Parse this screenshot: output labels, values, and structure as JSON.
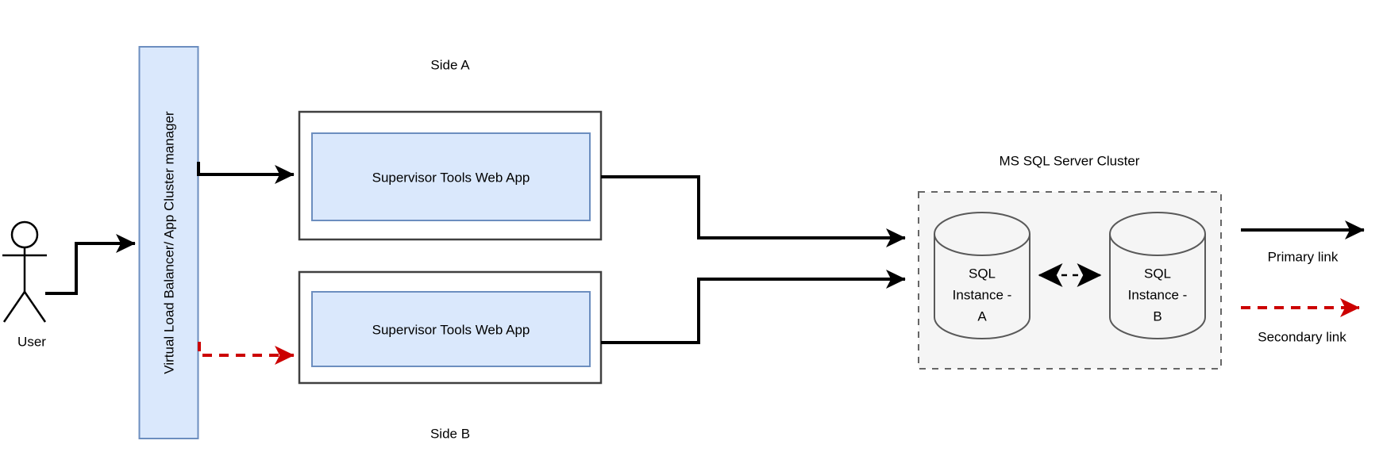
{
  "diagram": {
    "user": {
      "label": "User"
    },
    "load_balancer": {
      "label": "Virtual Load Balancer/ App Cluster manager"
    },
    "side_a": {
      "label": "Side A",
      "app_label": "Supervisor Tools Web App"
    },
    "side_b": {
      "label": "Side B",
      "app_label": "Supervisor Tools Web App"
    },
    "sql_cluster": {
      "title": "MS SQL Server Cluster",
      "instance_a": {
        "lines": [
          "SQL",
          "Instance -",
          "A"
        ]
      },
      "instance_b": {
        "lines": [
          "SQL",
          "Instance -",
          "B"
        ]
      }
    },
    "legend": {
      "primary_label": "Primary link",
      "secondary_label": "Secondary link"
    },
    "colors": {
      "node_fill": "#dae8fc",
      "node_stroke": "#6c8ebf",
      "outer_box_stroke": "#404040",
      "cluster_fill": "#f5f5f5",
      "cluster_stroke": "#666666",
      "primary_link": "#000000",
      "secondary_link": "#cc0000"
    }
  }
}
